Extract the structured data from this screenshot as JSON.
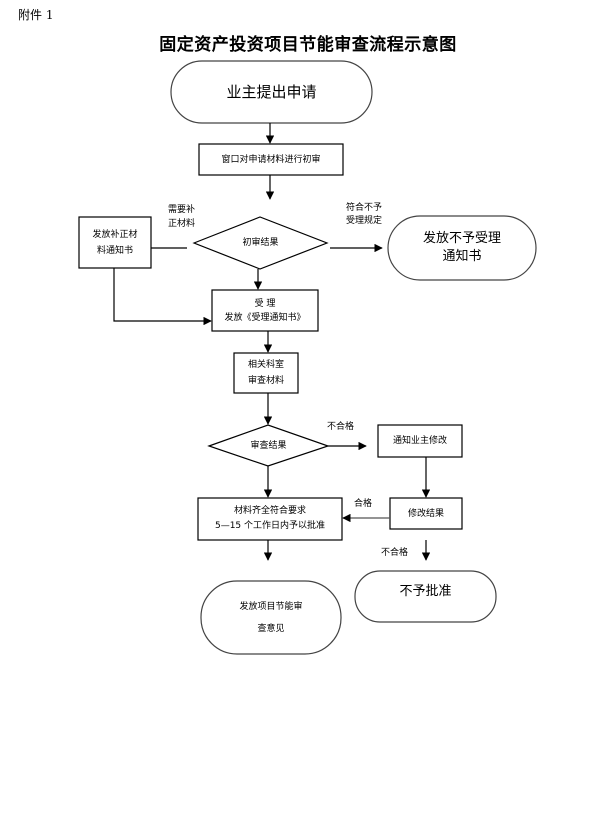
{
  "attachment_label": "附件 1",
  "title": "固定资产投资项目节能审查流程示意图",
  "nodes": {
    "start": "业主提出申请",
    "window_review": "窗口对申请材料进行初审",
    "initial_result": "初审结果",
    "supplement_notice": {
      "line1": "发放补正材",
      "line2": "料通知书"
    },
    "reject_notice": {
      "line1": "发放不予受理",
      "line2": "通知书"
    },
    "accept": {
      "line1": "受 理",
      "line2": "发放《受理通知书》"
    },
    "dept_review": {
      "line1": "相关科室",
      "line2": "审查材料"
    },
    "review_result": "审查结果",
    "notify_modify": "通知业主修改",
    "modify_result": "修改结果",
    "approve": {
      "line1": "材料齐全符合要求",
      "line2": "5—15 个工作日内予以批准"
    },
    "issue_opinion": {
      "line1": "发放项目节能审",
      "line2": "查意见"
    },
    "not_approved": "不予批准"
  },
  "edge_labels": {
    "need_supplement": {
      "line1": "需要补",
      "line2": "正材料"
    },
    "not_compliant": {
      "line1": "符合不予",
      "line2": "受理规定"
    },
    "review_fail": "不合格",
    "modify_pass": "合格",
    "modify_fail": "不合格"
  }
}
